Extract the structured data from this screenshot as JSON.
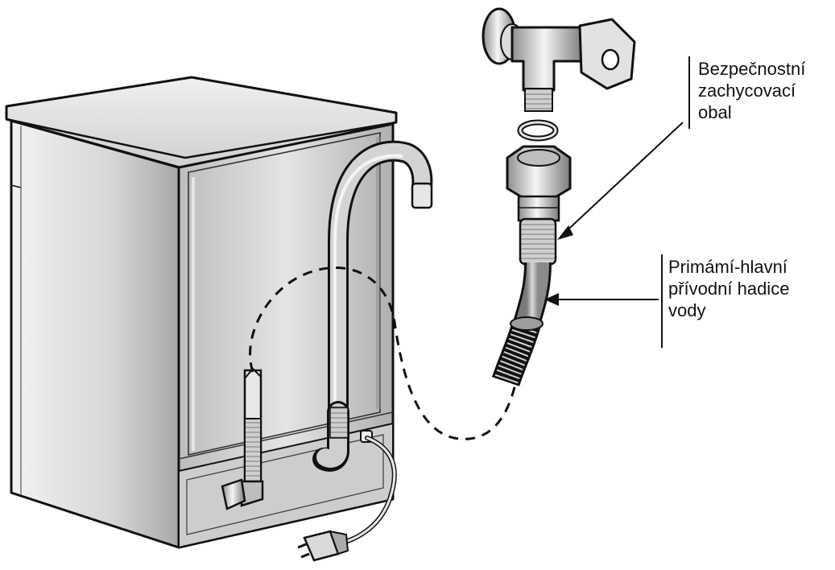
{
  "callouts": {
    "safety_casing": {
      "lines": [
        "Bezpečnostní",
        "zachycovací",
        "obal"
      ]
    },
    "main_hose": {
      "lines": [
        "Primámí-hlavní",
        "přívodní hadice",
        "vody"
      ]
    }
  },
  "colors": {
    "outline": "#111111",
    "body_light": "#ececec",
    "body_mid": "#c9c9c9",
    "body_dark": "#9a9a9a",
    "hose": "#b8b8b8"
  }
}
